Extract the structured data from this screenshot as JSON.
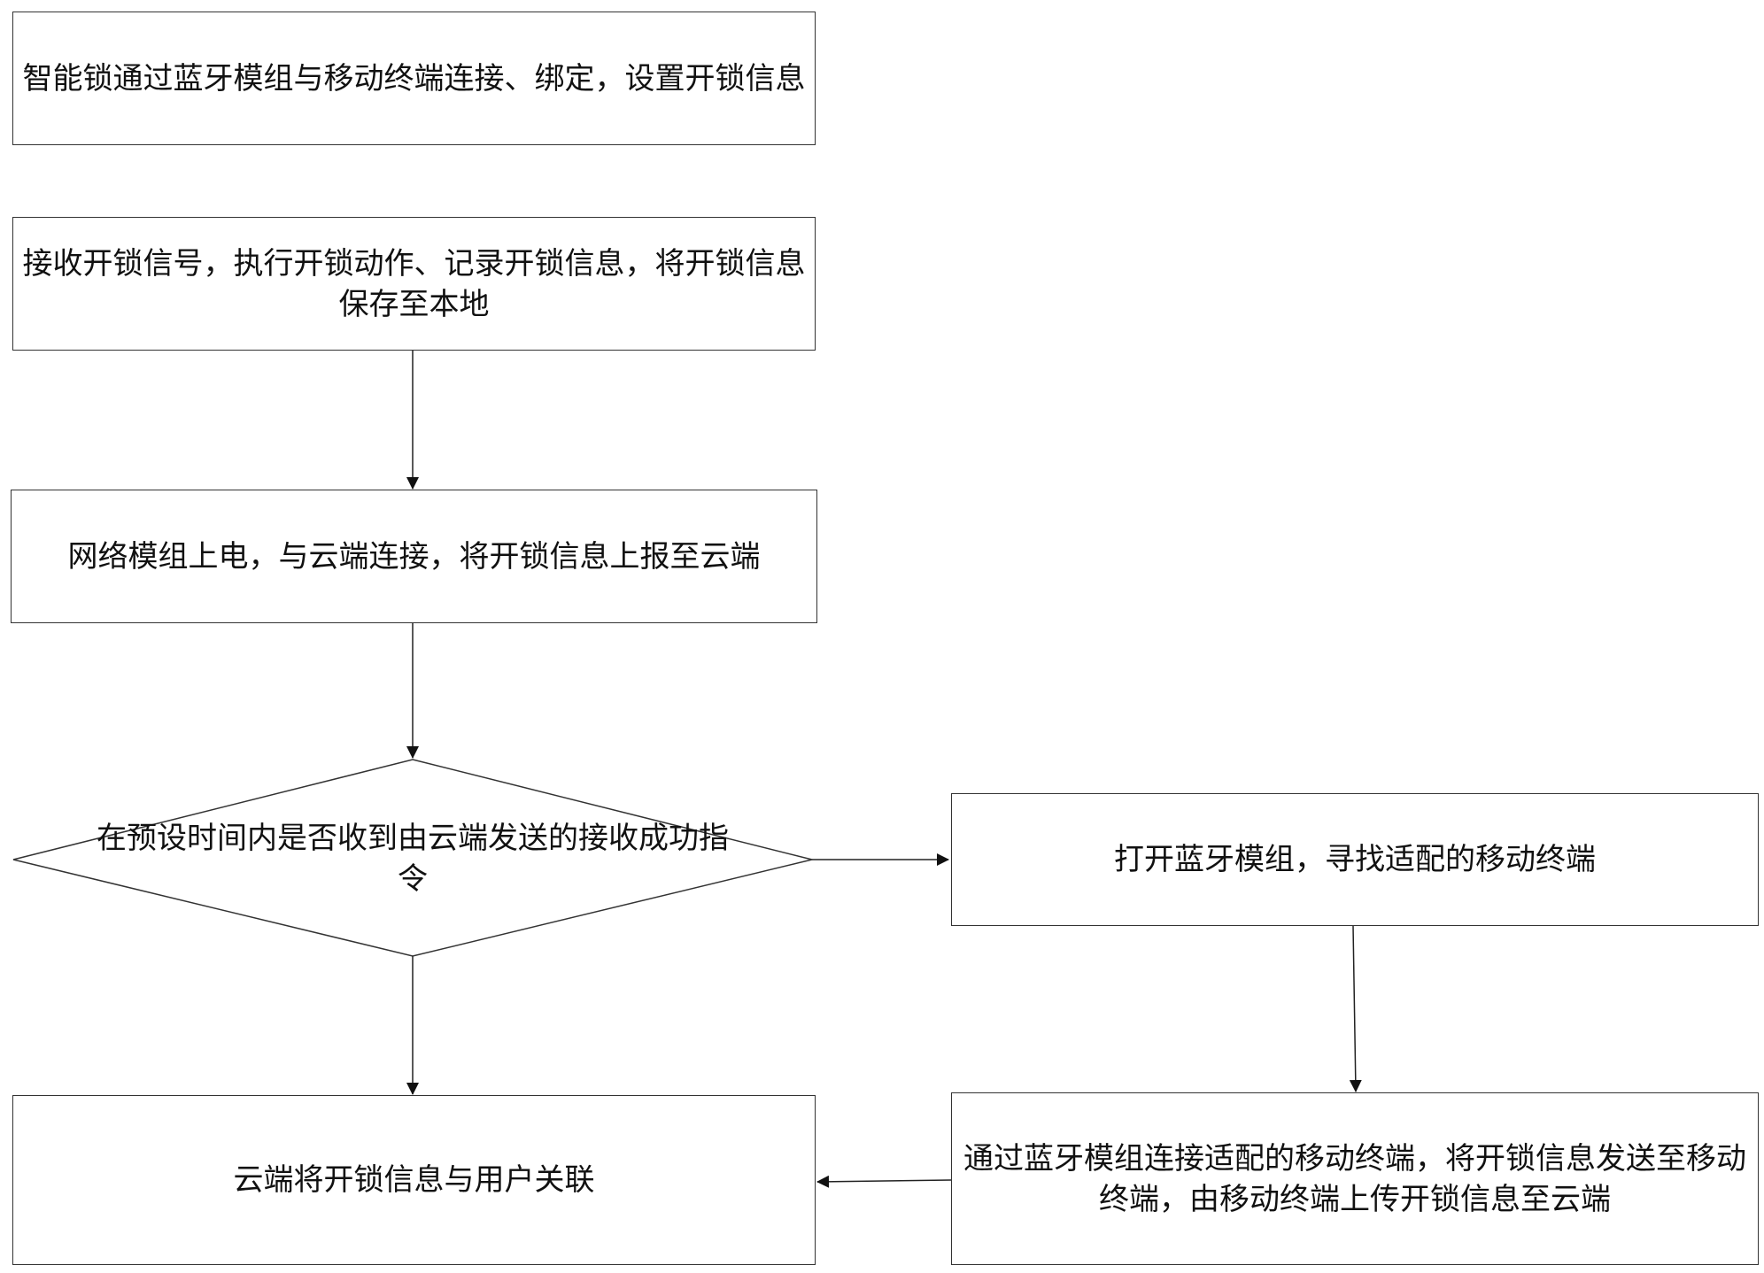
{
  "steps": {
    "step1": "智能锁通过蓝牙模组与移动终端连接、绑定，设置开锁信息",
    "step2": "接收开锁信号，执行开锁动作、记录开锁信息，将开锁信息保存至本地",
    "step3": "网络模组上电，与云端连接，将开锁信息上报至云端",
    "decision": "在预设时间内是否收到由云端发送的接收成功指令",
    "step_bluetooth": "打开蓝牙模组，寻找适配的移动终端",
    "step_upload": "通过蓝牙模组连接适配的移动终端，将开锁信息发送至移动终端，由移动终端上传开锁信息至云端",
    "step_final": "云端将开锁信息与用户关联"
  }
}
